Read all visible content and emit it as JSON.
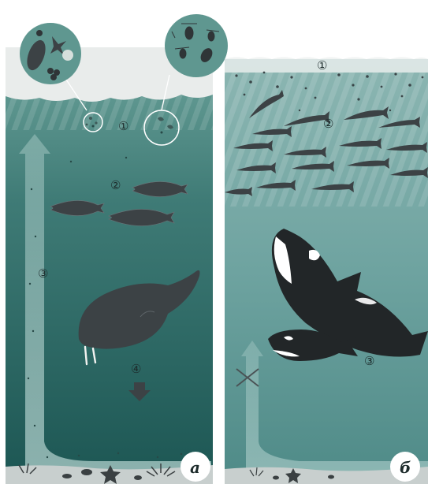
{
  "panel_a": {
    "tag": "а",
    "markers": [
      "①",
      "②",
      "③",
      "④"
    ]
  },
  "panel_b": {
    "tag": "б",
    "markers": [
      "①",
      "②",
      "③"
    ]
  },
  "colors": {
    "ice": "#e8ebea",
    "water_top_a": "#5e948c",
    "water_bottom_a": "#1f5f5c",
    "water_top_b": "#7aa7a3",
    "water_bottom_b": "#4f8c88",
    "nutrient_arrow": "#a9c9c6",
    "animal": "#3c4245",
    "orca_patch": "#ffffff"
  },
  "icons": [
    "plankton-inset-icon",
    "cod-icon",
    "walrus-icon",
    "orca-icon",
    "herring-icon",
    "down-arrow-icon",
    "cross-icon"
  ]
}
